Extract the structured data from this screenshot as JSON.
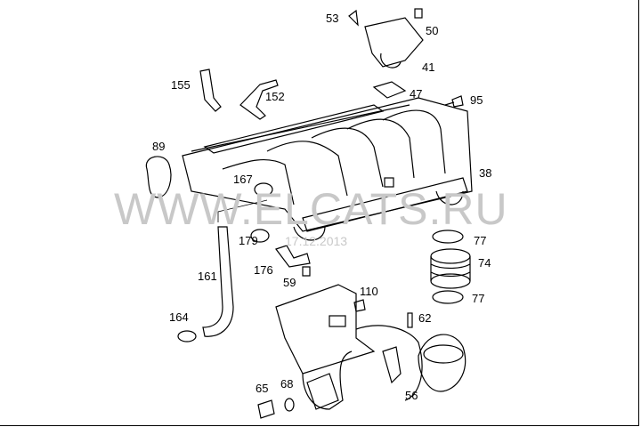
{
  "watermark": "WWW.ELCATS.RU",
  "date": "17.12.2013",
  "callouts": [
    {
      "id": "53",
      "label": "53"
    },
    {
      "id": "50",
      "label": "50"
    },
    {
      "id": "41",
      "label": "41"
    },
    {
      "id": "47",
      "label": "47"
    },
    {
      "id": "95",
      "label": "95"
    },
    {
      "id": "155",
      "label": "155"
    },
    {
      "id": "152",
      "label": "152"
    },
    {
      "id": "89",
      "label": "89"
    },
    {
      "id": "38",
      "label": "38"
    },
    {
      "id": "167",
      "label": "167"
    },
    {
      "id": "179",
      "label": "179"
    },
    {
      "id": "77a",
      "label": "77"
    },
    {
      "id": "74",
      "label": "74"
    },
    {
      "id": "176",
      "label": "176"
    },
    {
      "id": "59",
      "label": "59"
    },
    {
      "id": "161",
      "label": "161"
    },
    {
      "id": "110",
      "label": "110"
    },
    {
      "id": "77b",
      "label": "77"
    },
    {
      "id": "62",
      "label": "62"
    },
    {
      "id": "164",
      "label": "164"
    },
    {
      "id": "65",
      "label": "65"
    },
    {
      "id": "68",
      "label": "68"
    },
    {
      "id": "56",
      "label": "56"
    }
  ]
}
